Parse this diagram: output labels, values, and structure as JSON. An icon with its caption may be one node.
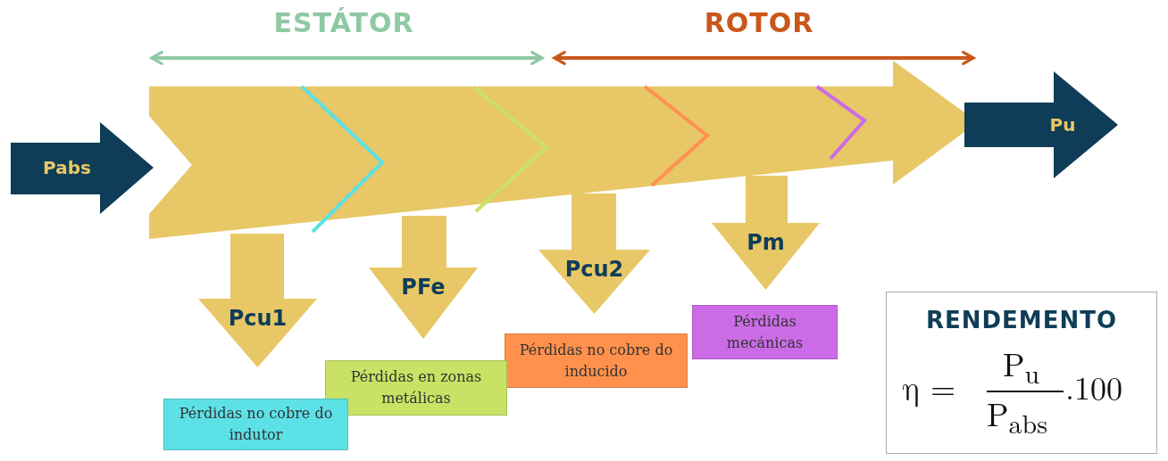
{
  "diagram": {
    "nodes": [
      {
        "text": [
          "Pabs"
        ]
      },
      {
        "text": [
          "Pu"
        ]
      },
      {
        "text": [
          "Pcu1"
        ]
      },
      {
        "text": [
          "PFe"
        ]
      },
      {
        "text": [
          "Pcu2"
        ]
      },
      {
        "text": [
          "Pm"
        ]
      },
      {
        "text": [
          "Pérdidas mecánicas"
        ]
      },
      {
        "text": [
          "Pérdidas no cobre do inducido"
        ]
      },
      {
        "text": [
          "Pérdidas en zonas metálicas"
        ]
      },
      {
        "text": [
          "Pérdidas no cobre do indutor"
        ]
      },
      {
        "text": [
          "RENDEMENTO",
          "η =",
          "P$_{u}$",
          "P$_{abs}$",
          ".100"
        ]
      }
    ],
    "labels": [
      "ESTÁTOR",
      "ROTOR"
    ]
  }
}
